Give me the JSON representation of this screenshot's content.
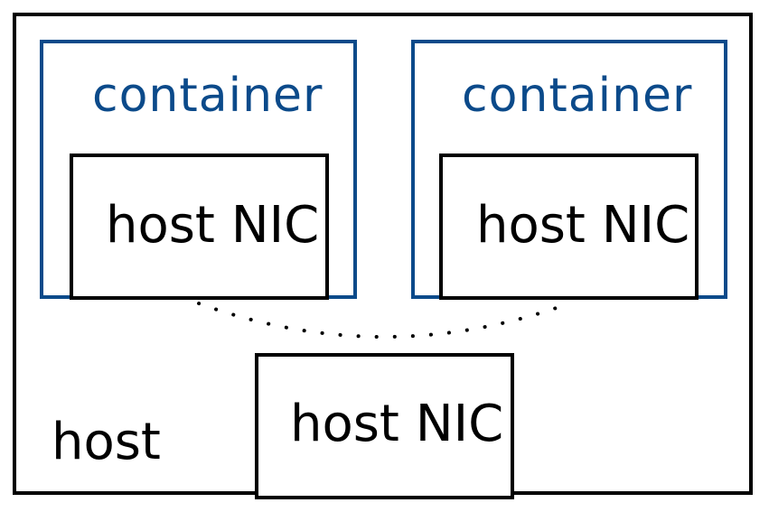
{
  "diagram": {
    "host_label": "host",
    "containers": [
      {
        "label": "container",
        "nic_label": "host NIC"
      },
      {
        "label": "container",
        "nic_label": "host NIC"
      }
    ],
    "host_nic_label": "host NIC",
    "colors": {
      "container_border": "#0b4a8a",
      "container_text": "#0b4a8a",
      "border": "#000000",
      "text": "#000000",
      "connector": "#000000"
    },
    "connector_style": "dotted"
  }
}
